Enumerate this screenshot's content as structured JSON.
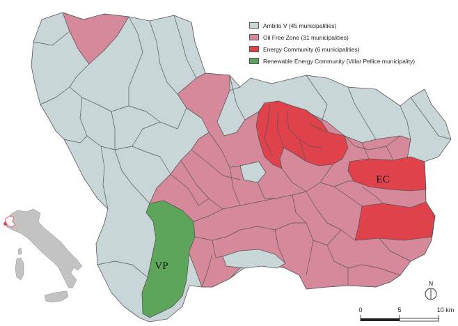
{
  "legend": {
    "items": [
      {
        "label": "Ambito V (45 municipalities)",
        "color": "#c9d6d7"
      },
      {
        "label": "Oil Free Zone (31 municipalities)",
        "color": "#d6899a"
      },
      {
        "label": "Energy Community (6 municipalities)",
        "color": "#e0424c"
      },
      {
        "label": "Renewable Energy Community (Villar Pellice municipality)",
        "color": "#5ca55a"
      }
    ]
  },
  "labels": {
    "villar_pellice": "VP",
    "energy_community": "EC"
  },
  "north_arrow": "N",
  "scale_bar": {
    "ticks": [
      "0",
      "5",
      "10 km"
    ]
  },
  "inset": {
    "description_icon": "italy-locator-icon",
    "highlight_color": "#e0424c"
  }
}
